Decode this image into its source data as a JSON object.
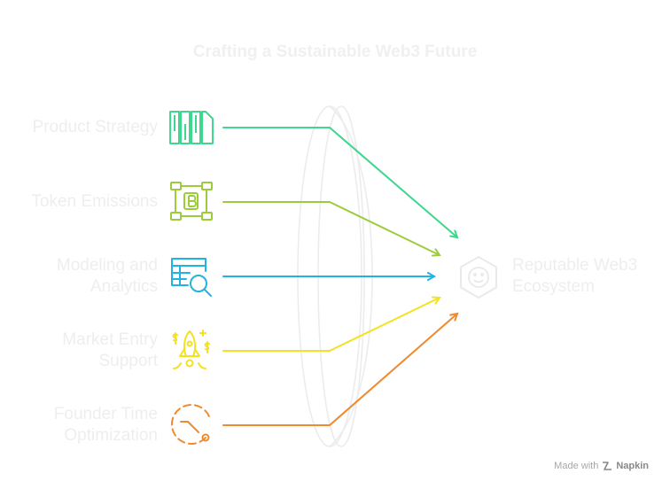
{
  "title": "Crafting a Sustainable Web3 Future",
  "items": [
    {
      "label_lines": [
        "Product Strategy"
      ],
      "icon": "bar-columns-icon",
      "color": "#3fd68f"
    },
    {
      "label_lines": [
        "Token Emissions"
      ],
      "icon": "bitcoin-network-icon",
      "color": "#9ccc3c"
    },
    {
      "label_lines": [
        "Modeling and",
        "Analytics"
      ],
      "icon": "spreadsheet-search-icon",
      "color": "#22b3e0"
    },
    {
      "label_lines": [
        "Market Entry",
        "Support"
      ],
      "icon": "rocket-dollar-icon",
      "color": "#f2e221"
    },
    {
      "label_lines": [
        "Founder Time",
        "Optimization"
      ],
      "icon": "stopwatch-icon",
      "color": "#f08a2c"
    }
  ],
  "target": {
    "label_lines": [
      "Reputable Web3",
      "Ecosystem"
    ],
    "icon": "smiley-hexagon-icon"
  },
  "footer": {
    "made_with": "Made with",
    "brand": "Napkin"
  }
}
